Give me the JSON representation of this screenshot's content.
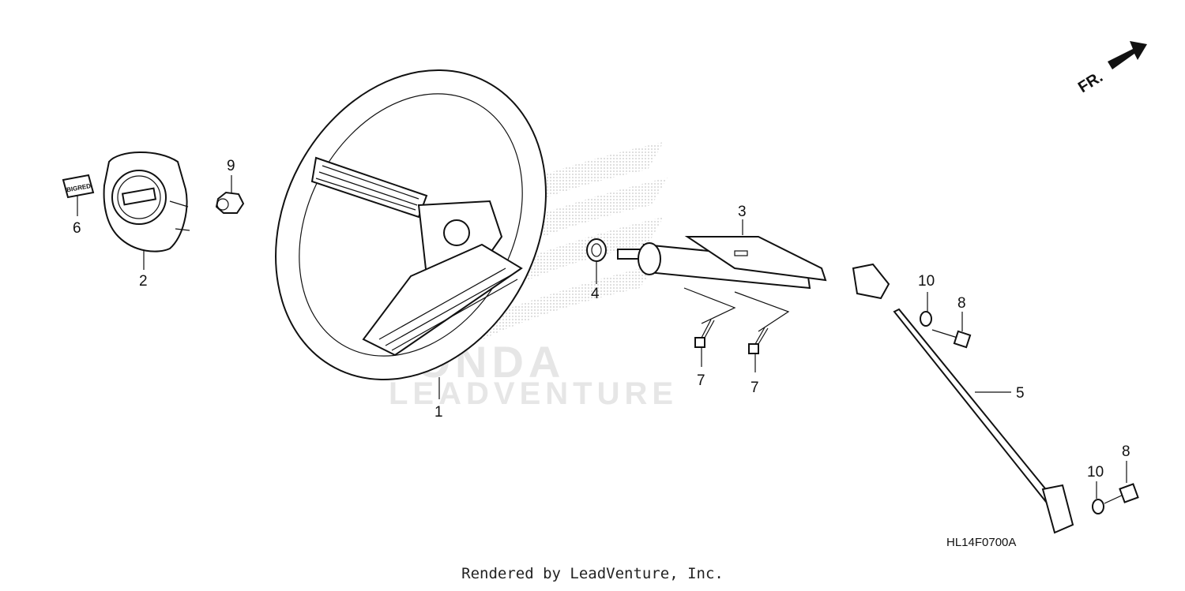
{
  "diagram": {
    "part_numbers": {
      "p1": "1",
      "p2": "2",
      "p3": "3",
      "p4": "4",
      "p5": "5",
      "p6": "6",
      "p7a": "7",
      "p7b": "7",
      "p8a": "8",
      "p8b": "8",
      "p9": "9",
      "p10a": "10",
      "p10b": "10"
    },
    "emblem_text": "BIGRED",
    "direction_label": "FR.",
    "diagram_code": "HL14F0700A",
    "watermark": {
      "brand": "HONDA",
      "text": "LEADVENTURE"
    }
  },
  "footer": {
    "rendered_by": "Rendered by LeadVenture, Inc."
  }
}
